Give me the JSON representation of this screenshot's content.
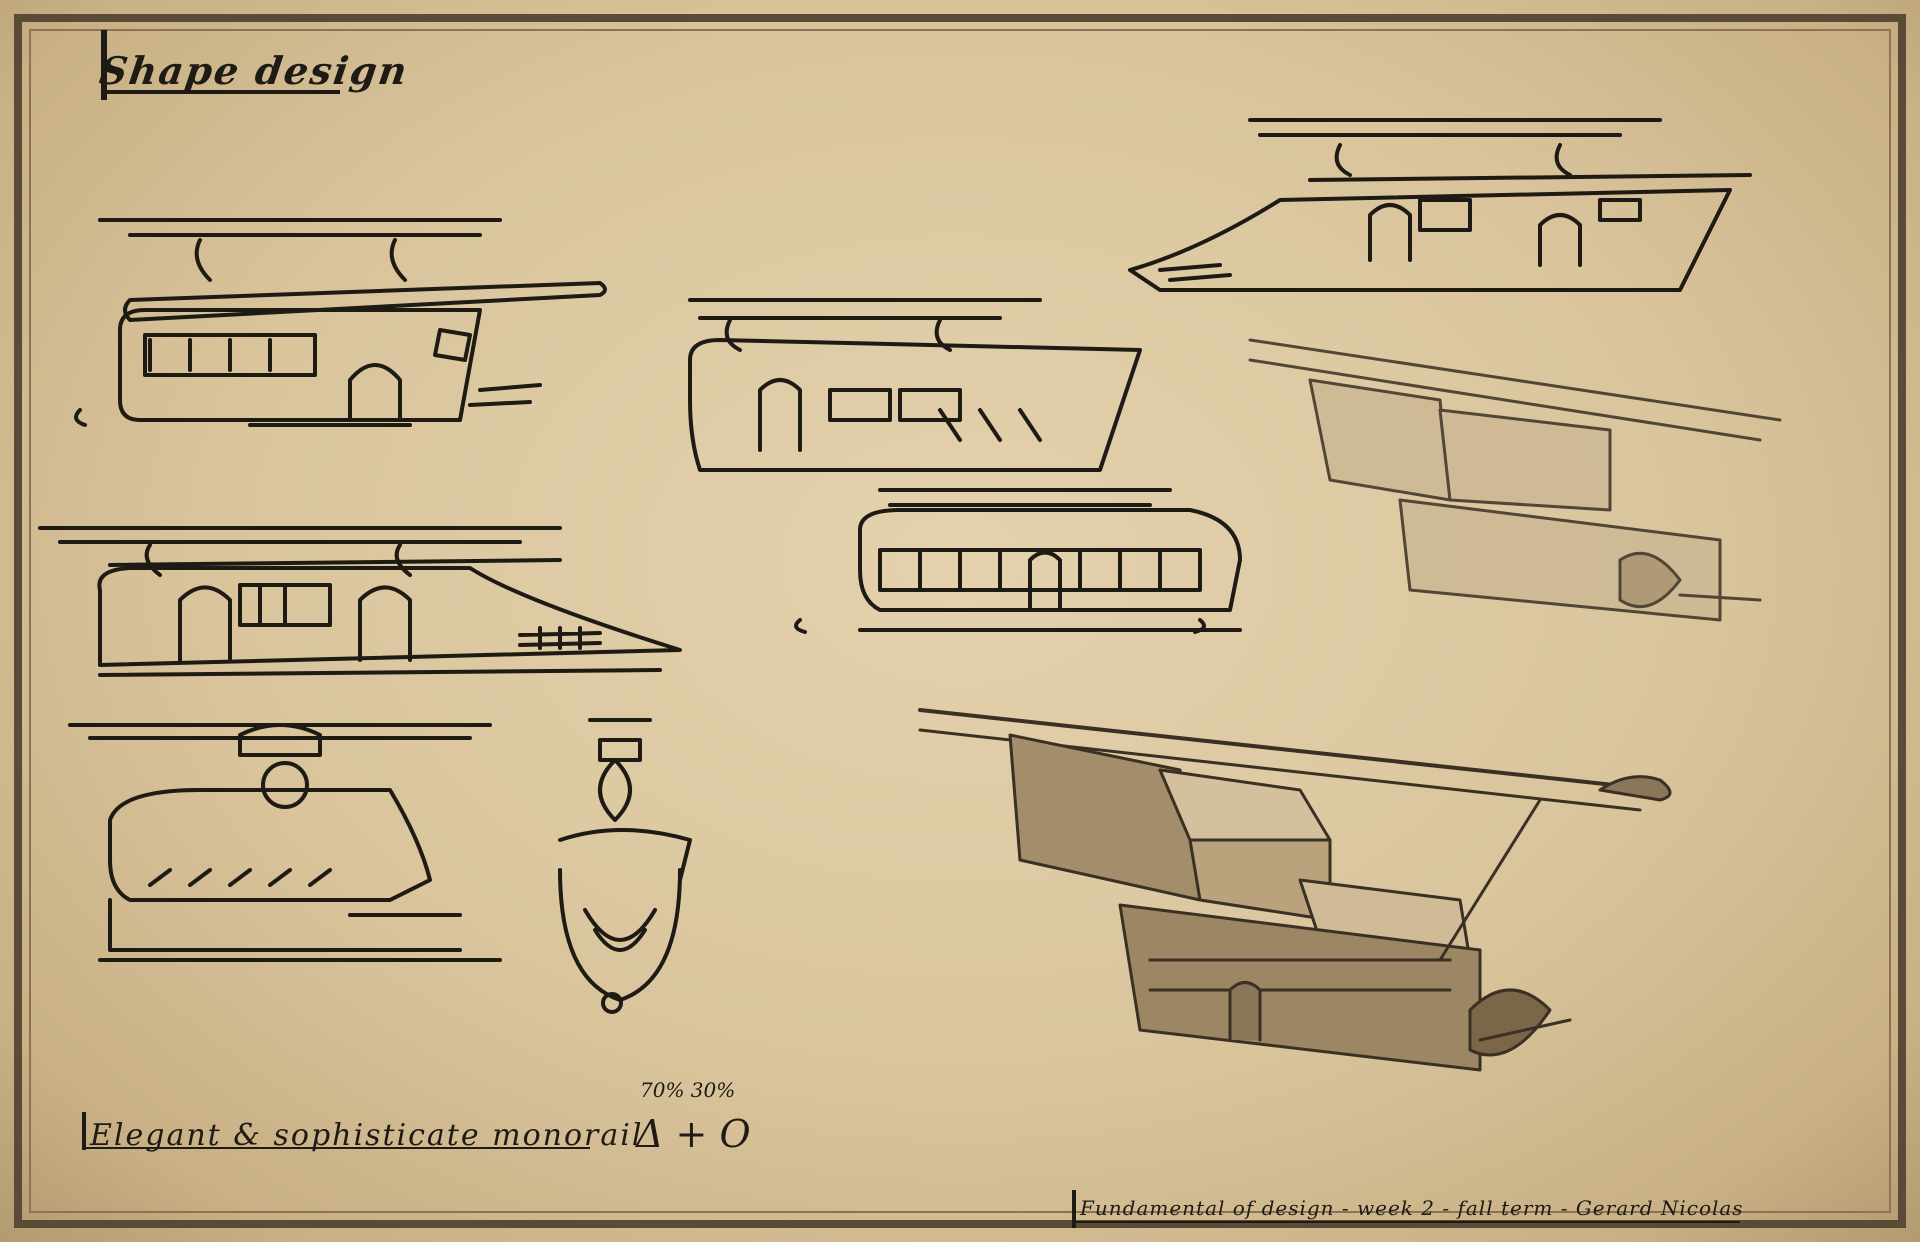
{
  "sheet": {
    "title": "Shape design",
    "subtitle": "Elegant & sophisticate monorail",
    "ratio": {
      "percentages": "70% 30%",
      "formula": "Δ + O"
    },
    "footer": "Fundamental of design - week 2 - fall term - Gerard Nicolas"
  },
  "colors": {
    "paper": "#d9c49c",
    "ink": "#1e1a14",
    "render_shade": "#8a7658"
  }
}
